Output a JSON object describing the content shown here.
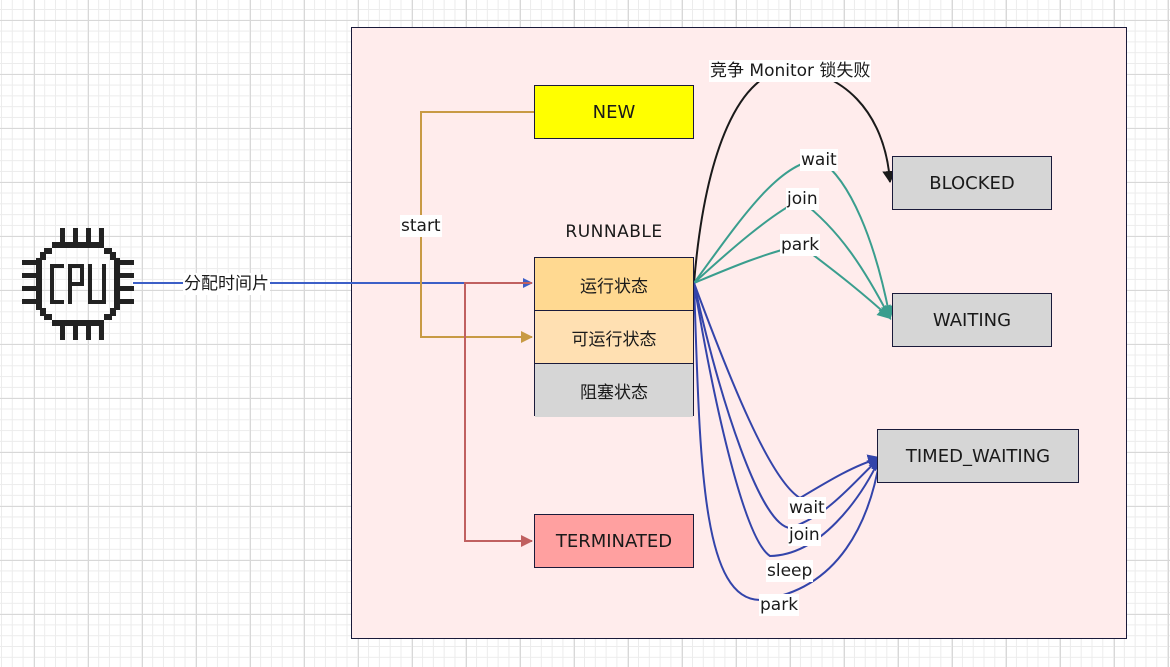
{
  "title": "Java 线程状态转换图",
  "cpu": {
    "icon": "cpu-icon",
    "label": "CPU",
    "edge_label": "分配时间片"
  },
  "states": {
    "new": "NEW",
    "runnable": {
      "title": "RUNNABLE",
      "substates": [
        "运行状态",
        "可运行状态",
        "阻塞状态"
      ]
    },
    "blocked": "BLOCKED",
    "waiting": "WAITING",
    "timed_waiting": "TIMED_WAITING",
    "terminated": "TERMINATED"
  },
  "edges": {
    "start": "start",
    "monitor_fail": "竞争 Monitor 锁失败",
    "waiting": [
      "wait",
      "join",
      "park"
    ],
    "timed_waiting": [
      "wait",
      "join",
      "sleep",
      "park"
    ]
  },
  "colors": {
    "frame_bg": "#ffecec",
    "new": "#ffff00",
    "running": "#ffd991",
    "ready": "#ffe0b2",
    "gray_state": "#d6d6d6",
    "terminated": "#ffa0a0",
    "cpu_edge": "#3c5fc7",
    "start_edge": "#c89a44",
    "terminate_edge": "#c06060",
    "blocked_edge": "#1a1a1a",
    "waiting_edge": "#3a9e8e",
    "timed_edge": "#3344aa"
  }
}
